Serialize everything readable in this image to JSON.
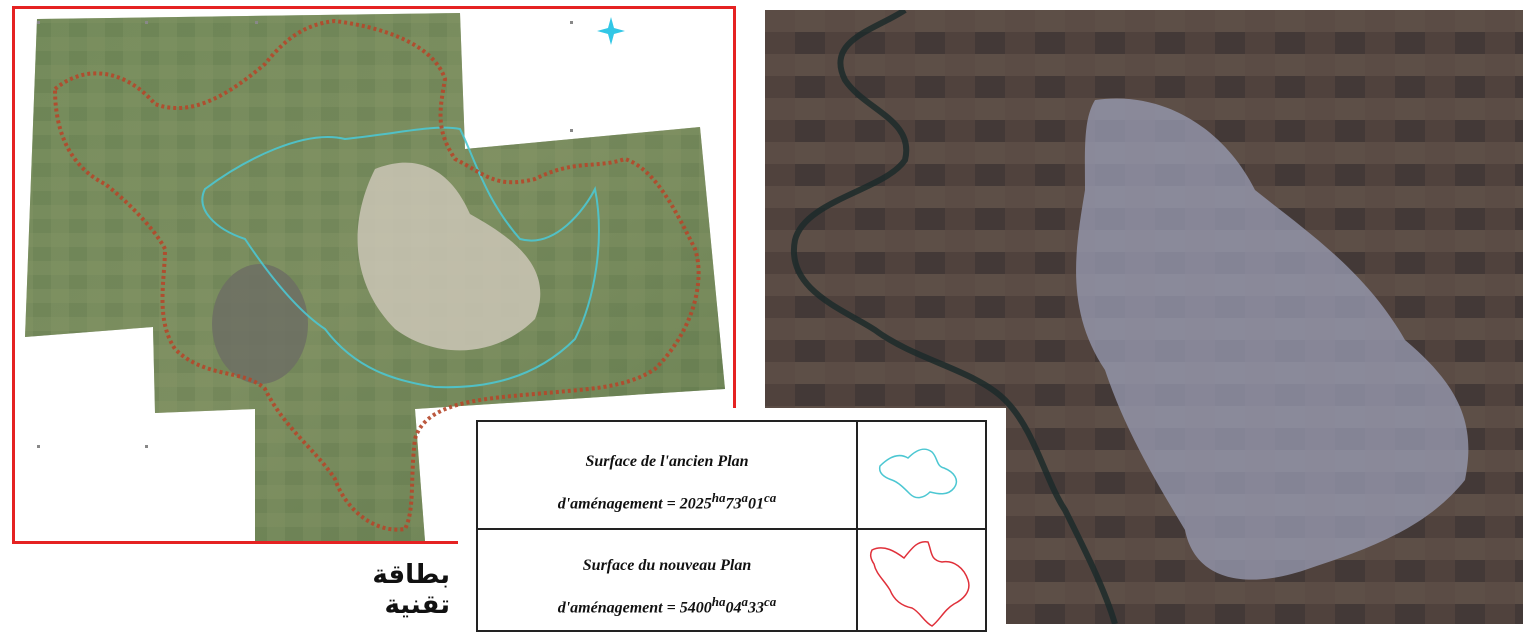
{
  "caption": "بطاقة تقنية",
  "legend": {
    "old_plan": {
      "line1": "Surface de l'ancien Plan",
      "line2_prefix": "d'aménagement = 2025",
      "ha": "ha",
      "n2": "73",
      "a": "a",
      "n3": "01",
      "ca": "ca",
      "outline_color": "#4cc7d2"
    },
    "new_plan": {
      "line1": "Surface du nouveau Plan",
      "line2_prefix": "d'aménagement = 5400",
      "ha": "ha",
      "n2": "04",
      "a": "a",
      "n3": "33",
      "ca": "ca",
      "outline_color": "#e0303a"
    }
  },
  "colors": {
    "frame_border": "#e52222",
    "compass": "#32c7e6"
  },
  "icons": {
    "compass": "north-arrow-icon"
  }
}
